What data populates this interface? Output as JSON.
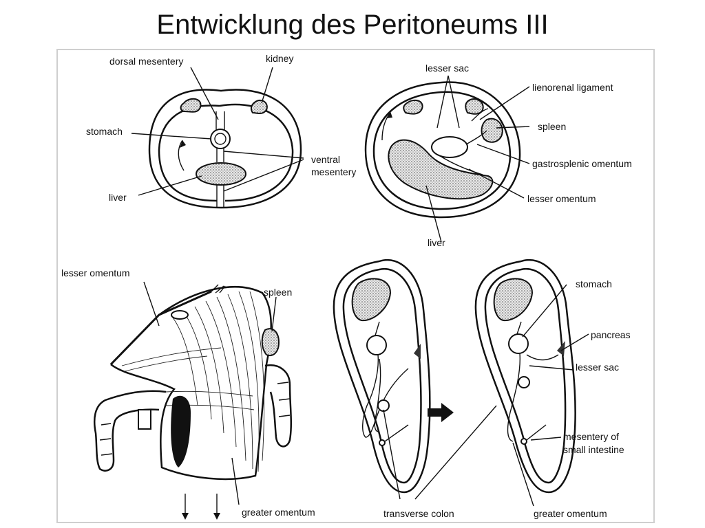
{
  "slide": {
    "title": "Entwicklung des Peritoneums III"
  },
  "diagram": {
    "panel_a": {
      "labels": [
        "dorsal mesentery",
        "kidney",
        "stomach",
        "ventral",
        "mesentery",
        "liver"
      ]
    },
    "panel_b": {
      "labels": [
        "lesser sac",
        "lienorenal ligament",
        "spleen",
        "gastrosplenic omentum",
        "lesser omentum",
        "liver"
      ]
    },
    "panel_c": {
      "labels": [
        "lesser omentum",
        "spleen",
        "greater omentum"
      ]
    },
    "panel_d": {
      "labels": [
        "stomach",
        "pancreas",
        "lesser sac",
        "mesentery of",
        "small intestine",
        "transverse colon",
        "greater omentum"
      ]
    }
  }
}
